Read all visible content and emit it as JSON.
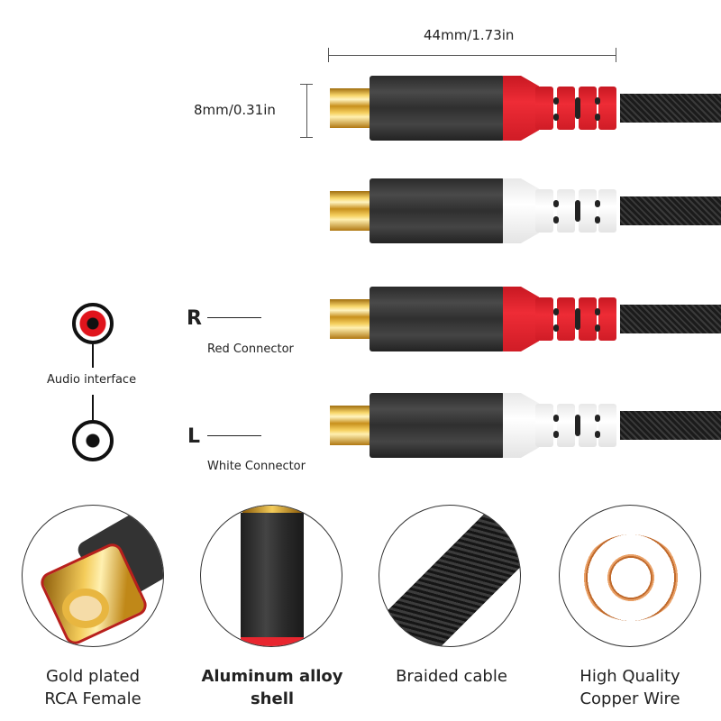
{
  "dimensions": {
    "length_label": "44mm/1.73in",
    "diameter_label": "8mm/0.31in"
  },
  "plugs": [
    {
      "color": "red",
      "boot_hex": "#e8262f"
    },
    {
      "color": "white",
      "boot_hex": "#ffffff"
    },
    {
      "color": "red",
      "boot_hex": "#e8262f"
    },
    {
      "color": "white",
      "boot_hex": "#ffffff"
    }
  ],
  "diagram": {
    "interface_label": "Audio interface",
    "right": {
      "letter": "R",
      "label": "Red Connector",
      "ring_hex": "#e0141c"
    },
    "left": {
      "letter": "L",
      "label": "White Connector"
    }
  },
  "features": [
    {
      "icon": "gold-rca-female-icon",
      "line1": "Gold plated",
      "line2": "RCA Female"
    },
    {
      "icon": "aluminum-shell-icon",
      "line1": "Aluminum alloy shell",
      "line2": ""
    },
    {
      "icon": "braided-cable-icon",
      "line1": "Braided cable",
      "line2": ""
    },
    {
      "icon": "copper-wire-coil-icon",
      "line1": "High Quality",
      "line2": "Copper Wire"
    }
  ]
}
